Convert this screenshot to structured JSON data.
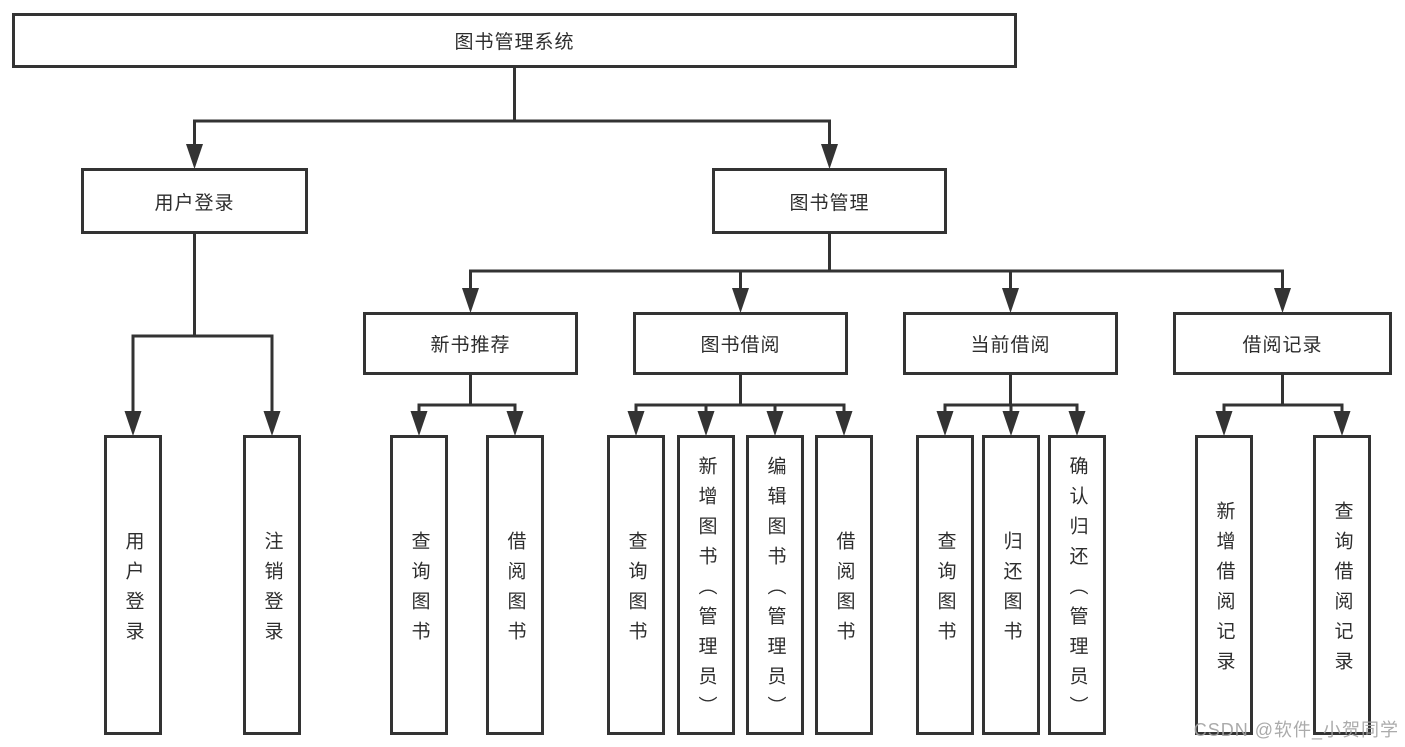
{
  "colors": {
    "line": "#333333",
    "text": "#2d2d2d",
    "box_background": "#ffffff",
    "watermark": "#a2a2a2"
  },
  "watermark": {
    "text": "CSDN @软件_小贺同学"
  },
  "tree": {
    "id": "root",
    "label": "图书管理系统",
    "children": [
      {
        "id": "user-login",
        "label": "用户登录",
        "children": [
          {
            "id": "login",
            "label": "用户登录",
            "vertical": true
          },
          {
            "id": "logout",
            "label": "注销登录",
            "vertical": true
          }
        ]
      },
      {
        "id": "book-mgmt",
        "label": "图书管理",
        "children": [
          {
            "id": "new-book-rec",
            "label": "新书推荐",
            "children": [
              {
                "id": "nbr-query",
                "label": "查询图书",
                "vertical": true
              },
              {
                "id": "nbr-borrow",
                "label": "借阅图书",
                "vertical": true
              }
            ]
          },
          {
            "id": "book-borrow",
            "label": "图书借阅",
            "children": [
              {
                "id": "bb-query",
                "label": "查询图书",
                "vertical": true
              },
              {
                "id": "bb-add",
                "label": "新增图书（管理员）",
                "vertical": true
              },
              {
                "id": "bb-edit",
                "label": "编辑图书（管理员）",
                "vertical": true
              },
              {
                "id": "bb-borrow",
                "label": "借阅图书",
                "vertical": true
              }
            ]
          },
          {
            "id": "current-borrow",
            "label": "当前借阅",
            "children": [
              {
                "id": "cb-query",
                "label": "查询图书",
                "vertical": true
              },
              {
                "id": "cb-return",
                "label": "归还图书",
                "vertical": true
              },
              {
                "id": "cb-confirm",
                "label": "确认归还（管理员）",
                "vertical": true
              }
            ]
          },
          {
            "id": "borrow-records",
            "label": "借阅记录",
            "children": [
              {
                "id": "br-add",
                "label": "新增借阅记录",
                "vertical": true
              },
              {
                "id": "br-query",
                "label": "查询借阅记录",
                "vertical": true
              }
            ]
          }
        ]
      }
    ]
  }
}
